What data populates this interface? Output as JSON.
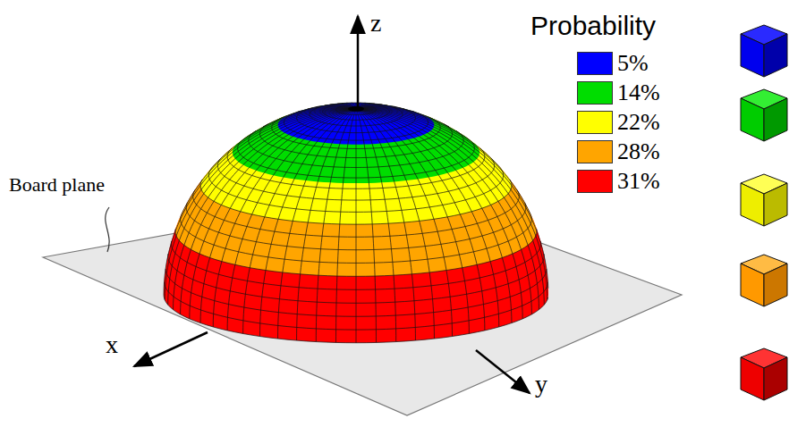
{
  "diagram": {
    "labels": [
      "z",
      "x",
      "y",
      "Board plane",
      "Probability"
    ],
    "legend": [
      {
        "text": "5%",
        "color": "#0000ff"
      },
      {
        "text": "14%",
        "color": "#00dd00"
      },
      {
        "text": "22%",
        "color": "#ffff00"
      },
      {
        "text": "28%",
        "color": "#ffa500"
      },
      {
        "text": "31%",
        "color": "#ff0000"
      }
    ]
  }
}
